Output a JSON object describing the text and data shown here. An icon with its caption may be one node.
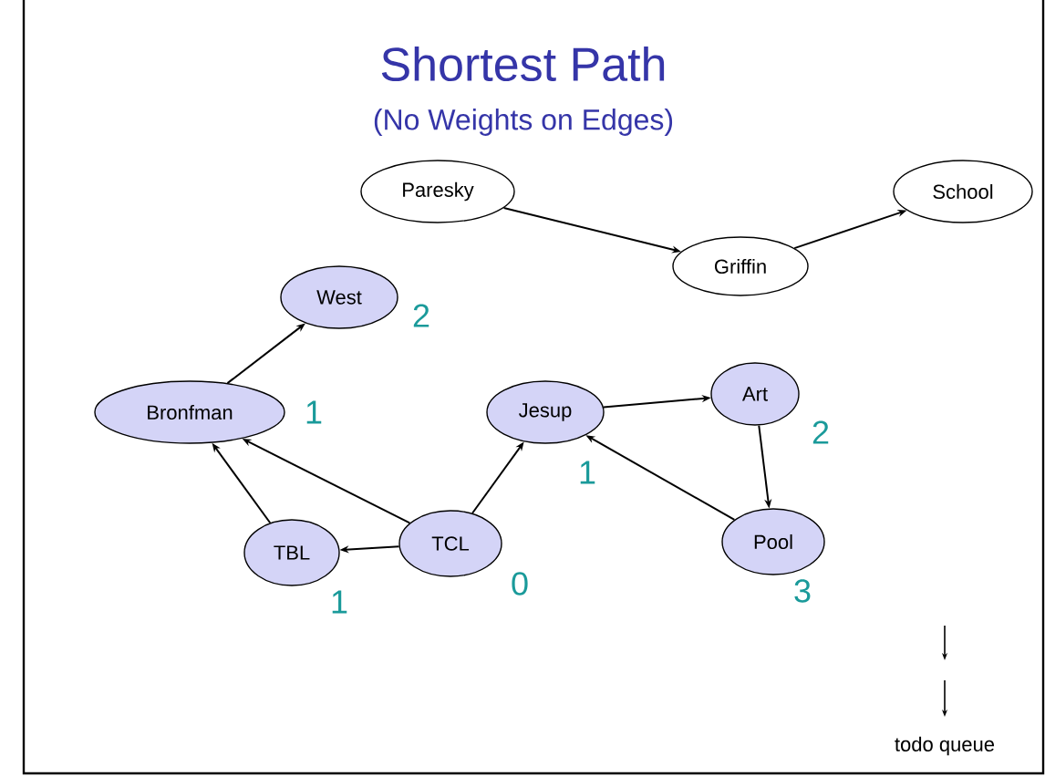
{
  "diagram": {
    "title": "Shortest Path",
    "nodes": [
      {
        "text": [
          "Paresky"
        ]
      },
      {
        "text": [
          "Griffin"
        ]
      },
      {
        "text": [
          "School"
        ]
      },
      {
        "text": [
          "West"
        ],
        "beside": [
          "2"
        ]
      },
      {
        "text": [
          "Bronfman"
        ],
        "beside": [
          "1"
        ]
      },
      {
        "text": [
          "Jesup"
        ],
        "beside": [
          "1"
        ]
      },
      {
        "text": [
          "Art"
        ],
        "beside": [
          "2"
        ]
      },
      {
        "text": [
          "TBL"
        ],
        "beside": [
          "1"
        ]
      },
      {
        "text": [
          "TCL"
        ],
        "beside": [
          "0"
        ]
      },
      {
        "text": [
          "Pool"
        ],
        "beside": [
          "3"
        ]
      }
    ],
    "edges": [
      {
        "from": 0,
        "to": 1,
        "arrow": "to"
      },
      {
        "from": 1,
        "to": 2,
        "arrow": "to"
      },
      {
        "from": 4,
        "to": 3,
        "arrow": "to"
      },
      {
        "from": 7,
        "to": 4,
        "arrow": "to"
      },
      {
        "from": 8,
        "to": 4,
        "arrow": "to"
      },
      {
        "from": 8,
        "to": 7,
        "arrow": "to"
      },
      {
        "from": 8,
        "to": 5,
        "arrow": "to"
      },
      {
        "from": 5,
        "to": 6,
        "arrow": "to"
      },
      {
        "from": 6,
        "to": 9,
        "arrow": "to"
      },
      {
        "from": 9,
        "to": 5,
        "arrow": "to"
      }
    ],
    "labels": [
      "(No Weights on Edges)",
      "todo queue"
    ]
  }
}
